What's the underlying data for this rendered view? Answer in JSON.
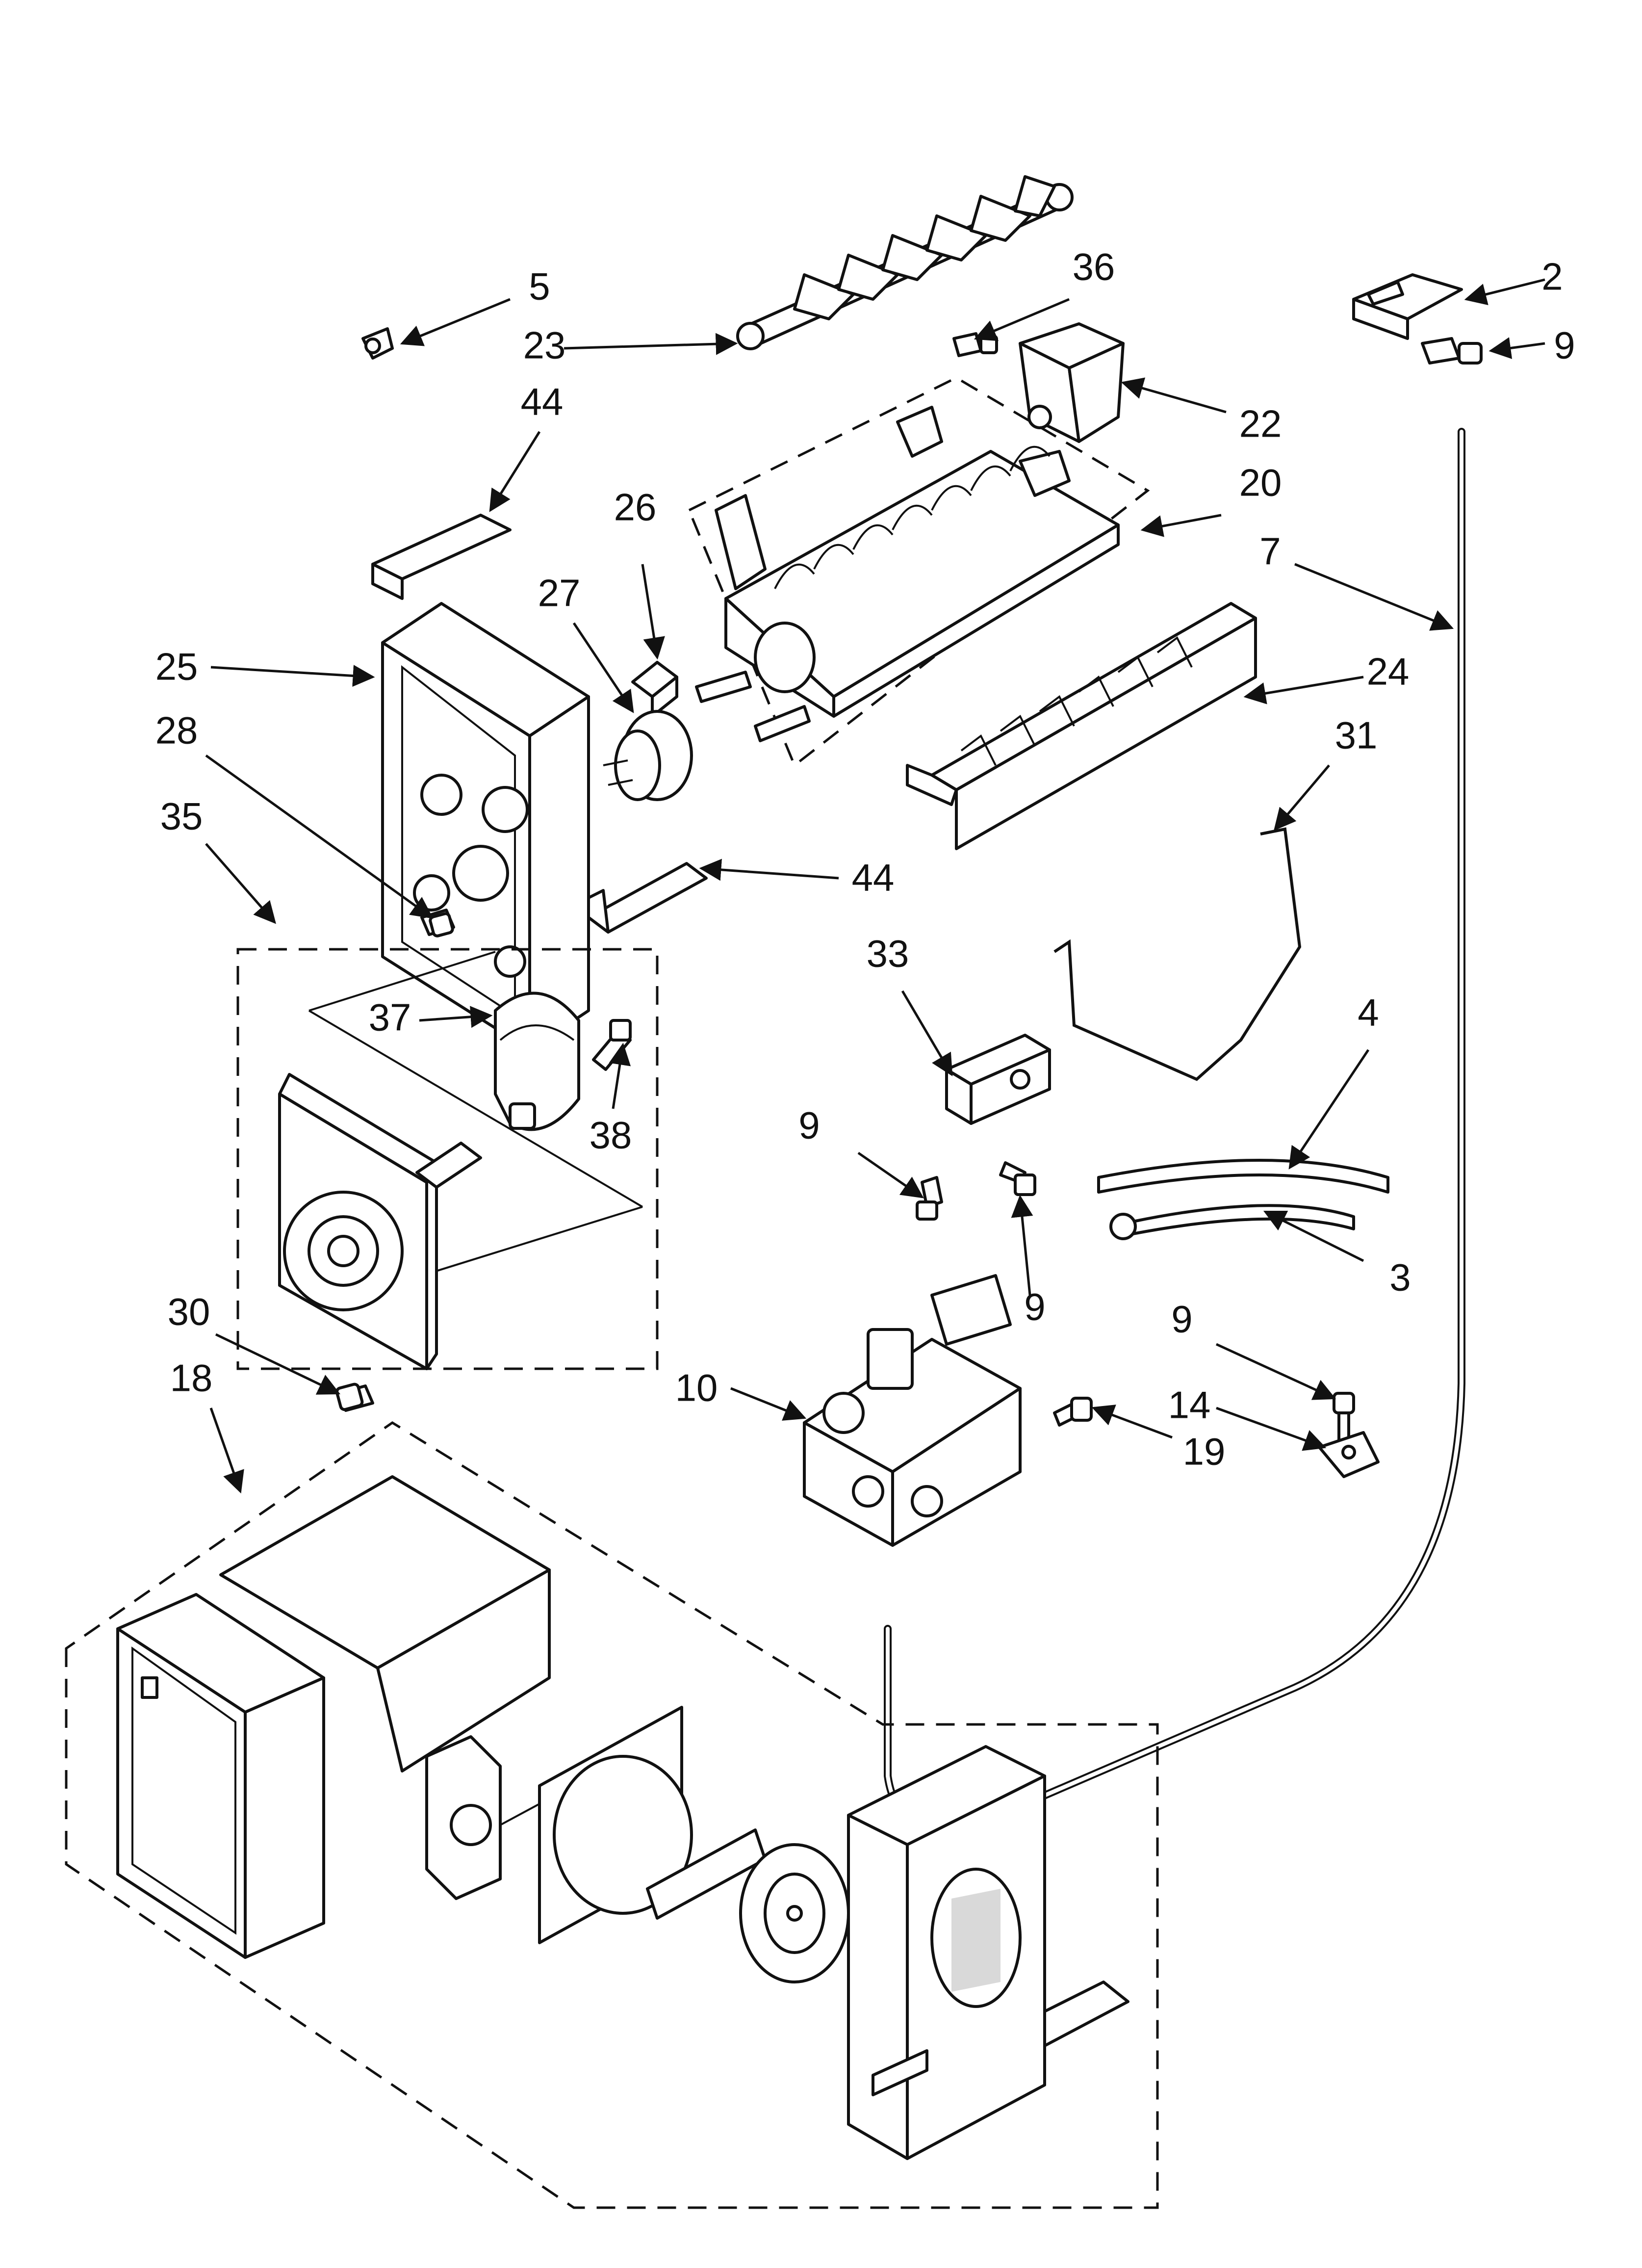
{
  "diagram": {
    "callouts": [
      {
        "id": "c5",
        "label": "5"
      },
      {
        "id": "c23",
        "label": "23"
      },
      {
        "id": "c36",
        "label": "36"
      },
      {
        "id": "c2",
        "label": "2"
      },
      {
        "id": "c9a",
        "label": "9"
      },
      {
        "id": "c44a",
        "label": "44"
      },
      {
        "id": "c22",
        "label": "22"
      },
      {
        "id": "c26",
        "label": "26"
      },
      {
        "id": "c20",
        "label": "20"
      },
      {
        "id": "c27",
        "label": "27"
      },
      {
        "id": "c7",
        "label": "7"
      },
      {
        "id": "c25",
        "label": "25"
      },
      {
        "id": "c24",
        "label": "24"
      },
      {
        "id": "c28",
        "label": "28"
      },
      {
        "id": "c31",
        "label": "31"
      },
      {
        "id": "c35",
        "label": "35"
      },
      {
        "id": "c44b",
        "label": "44"
      },
      {
        "id": "c33",
        "label": "33"
      },
      {
        "id": "c37",
        "label": "37"
      },
      {
        "id": "c4",
        "label": "4"
      },
      {
        "id": "c38",
        "label": "38"
      },
      {
        "id": "c9b",
        "label": "9"
      },
      {
        "id": "c9c",
        "label": "9"
      },
      {
        "id": "c3",
        "label": "3"
      },
      {
        "id": "c30",
        "label": "30"
      },
      {
        "id": "c9d",
        "label": "9"
      },
      {
        "id": "c18",
        "label": "18"
      },
      {
        "id": "c10",
        "label": "10"
      },
      {
        "id": "c14",
        "label": "14"
      },
      {
        "id": "c19",
        "label": "19"
      }
    ]
  }
}
